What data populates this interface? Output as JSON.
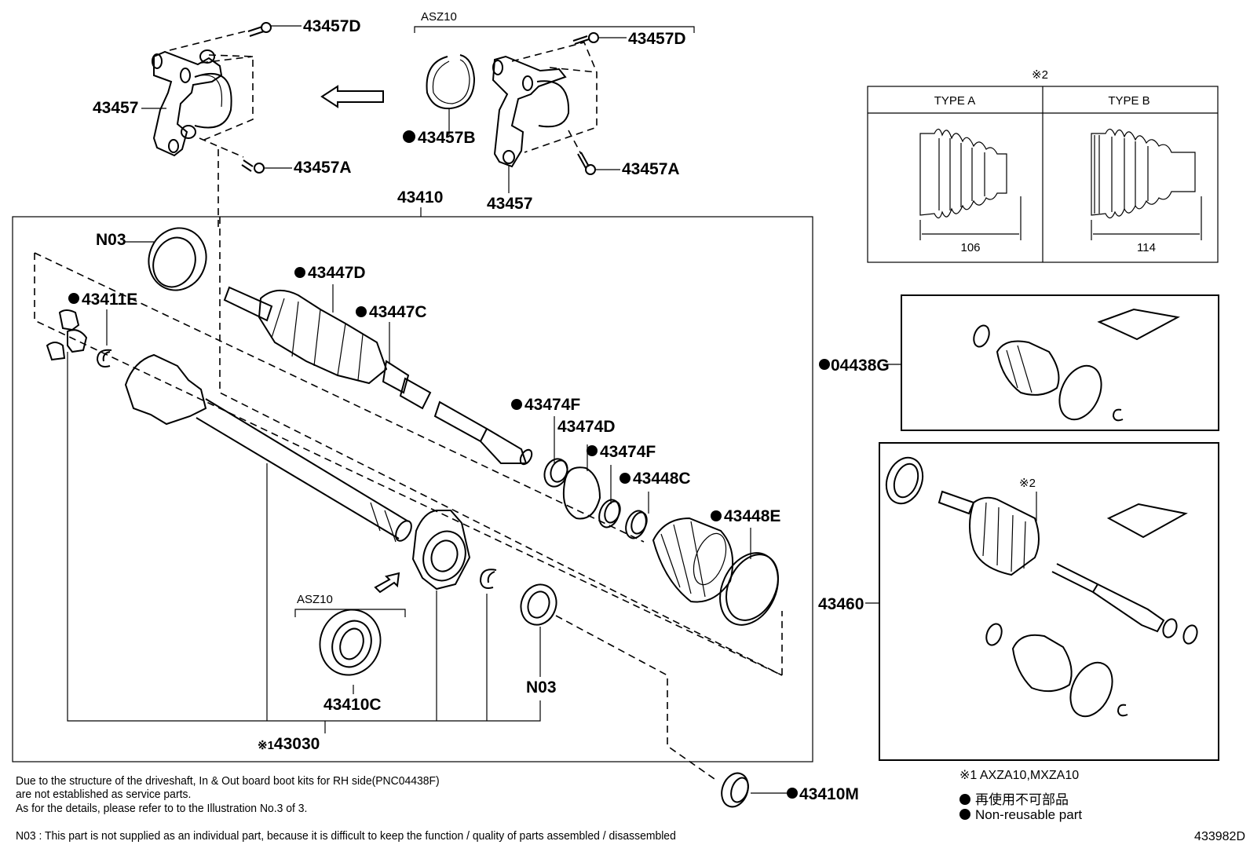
{
  "diagram": {
    "figure_id": "433982D",
    "parts": {
      "bracket_bolt_top_left": "43457D",
      "bracket_left": "43457",
      "bracket_bolt_bottom_left": "43457A",
      "variant_asz10_top": "ASZ10",
      "bracket_bolt_top_right": "43457D",
      "snap_ring_bracket": "43457B",
      "bracket_bolt_bottom_right": "43457A",
      "bracket_right": "43457",
      "shaft_assy": "43410",
      "oil_seal_top": "N03",
      "snap_ring_43411E": "43411E",
      "outer_boot_clamp": "43447D",
      "outer_boot_clamp_small": "43447C",
      "damper_clamp_1": "43474F",
      "damper": "43474D",
      "damper_clamp_2": "43474F",
      "inner_boot_clamp_small": "43448C",
      "inner_boot_clamp_large": "43448E",
      "variant_asz10_bottom": "ASZ10",
      "bearing": "43410C",
      "oil_seal_bottom": "N03",
      "inboard_joint": "43030",
      "inboard_joint_note": "※1",
      "dust_seal": "43410M",
      "boot_kit": "04438G",
      "boot_kit_assy": "43460",
      "boot_type_ref": "※2",
      "boot_type_ref_kit": "※2"
    },
    "boot_types": {
      "ref": "※2",
      "type_a": {
        "label": "TYPE A",
        "length": "106"
      },
      "type_b": {
        "label": "TYPE B",
        "length": "114"
      }
    },
    "notes": {
      "line1": "Due to the structure of the driveshaft, In & Out board  boot kits for RH side(PNC04438F)",
      "line2": "are not established as service parts.",
      "line3": "As for the details, please refer to to the Illustration No.3 of 3.",
      "n03": "N03 : This part is not supplied as an individual part, because it is difficult to keep the function / quality of parts  assembled / disassembled"
    },
    "legend": {
      "note1": "※1 AXZA10,MXZA10",
      "non_reusable_jp": "再使用不可部品",
      "non_reusable_en": "Non-reusable part"
    }
  }
}
